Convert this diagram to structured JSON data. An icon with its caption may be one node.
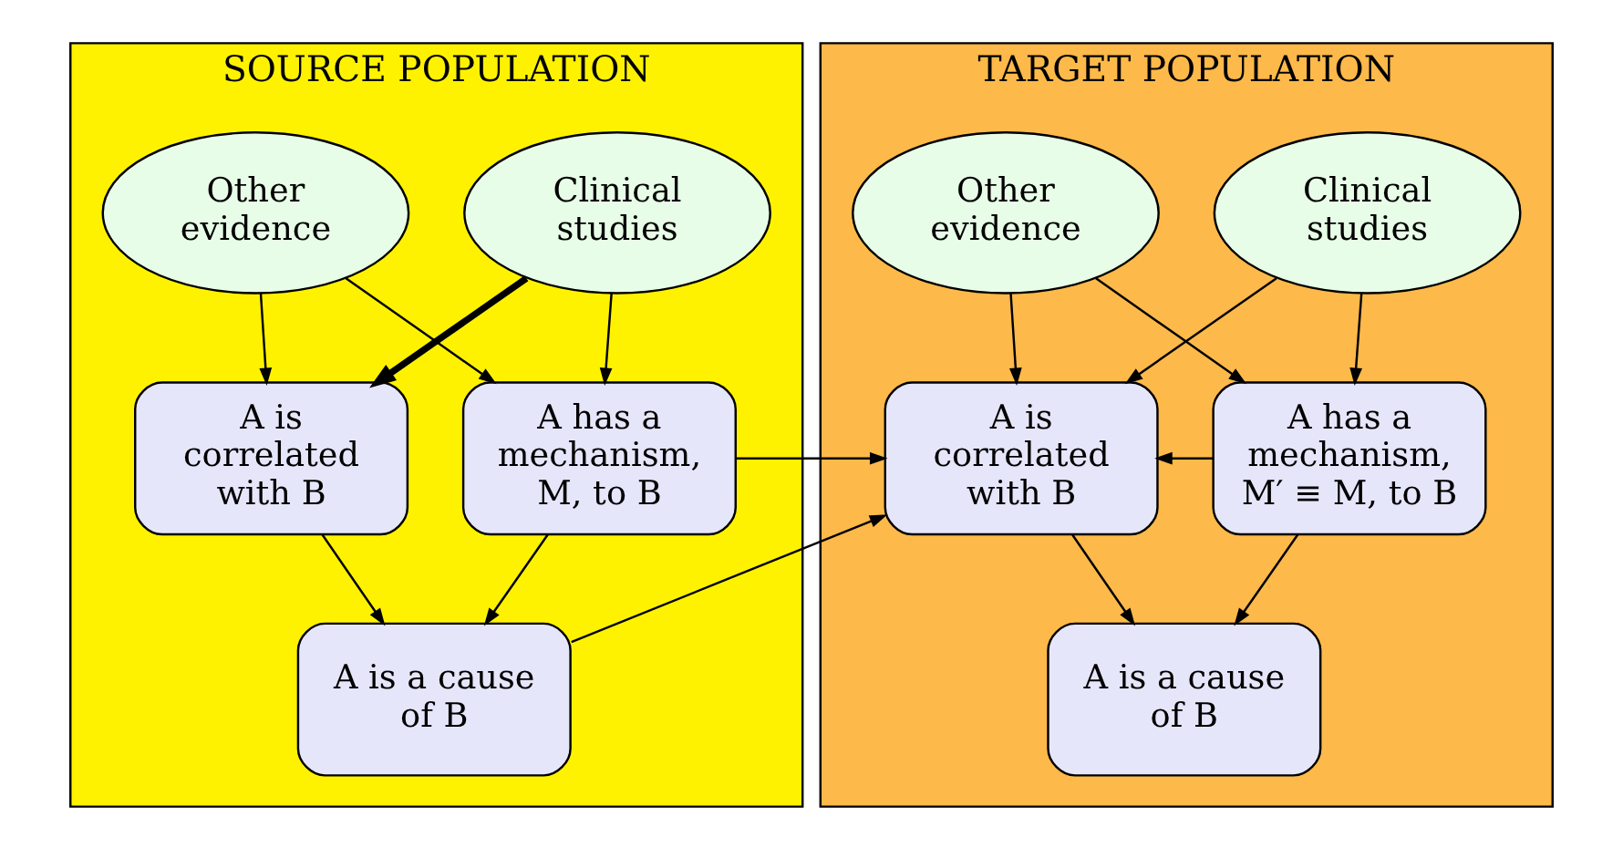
{
  "diagram": {
    "nodes": [
      {
        "text": [
          "SOURCE POPULATION"
        ]
      },
      {
        "text": [
          "Clinical studies"
        ],
        "in": 0
      },
      {
        "text": [
          "Other evidence"
        ],
        "in": 0
      },
      {
        "text": [
          "A is correlated with B"
        ],
        "in": 0
      },
      {
        "text": [
          "A has a mechanism, M, to B"
        ],
        "in": 0
      },
      {
        "text": [
          "A is a cause of B"
        ],
        "in": 0
      },
      {
        "text": [
          "TARGET POPULATION"
        ]
      },
      {
        "text": [
          "Clinical studies"
        ],
        "in": 6
      },
      {
        "text": [
          "Other evidence"
        ],
        "in": 6
      },
      {
        "text": [
          "A is correlated with B"
        ],
        "in": 6
      },
      {
        "text": [
          "A has a mechanism, M′ ≡ M, to B"
        ],
        "in": 6
      },
      {
        "text": [
          "A is a cause of B"
        ],
        "in": 6
      }
    ],
    "edges": [
      {
        "from": 1,
        "to": 3,
        "arrow": "to",
        "style": "thick"
      },
      {
        "from": 1,
        "to": 4,
        "arrow": "to"
      },
      {
        "from": 2,
        "to": 3,
        "arrow": "to"
      },
      {
        "from": 2,
        "to": 4,
        "arrow": "to"
      },
      {
        "from": 3,
        "to": 5,
        "arrow": "to"
      },
      {
        "from": 4,
        "to": 5,
        "arrow": "to"
      },
      {
        "from": 4,
        "to": 9,
        "arrow": "to"
      },
      {
        "from": 5,
        "to": 9,
        "arrow": "to"
      },
      {
        "from": 7,
        "to": 9,
        "arrow": "to"
      },
      {
        "from": 7,
        "to": 10,
        "arrow": "to"
      },
      {
        "from": 8,
        "to": 9,
        "arrow": "to"
      },
      {
        "from": 8,
        "to": 10,
        "arrow": "to"
      },
      {
        "from": 10,
        "to": 9,
        "arrow": "to"
      },
      {
        "from": 9,
        "to": 11,
        "arrow": "to"
      },
      {
        "from": 10,
        "to": 11,
        "arrow": "to"
      }
    ]
  }
}
